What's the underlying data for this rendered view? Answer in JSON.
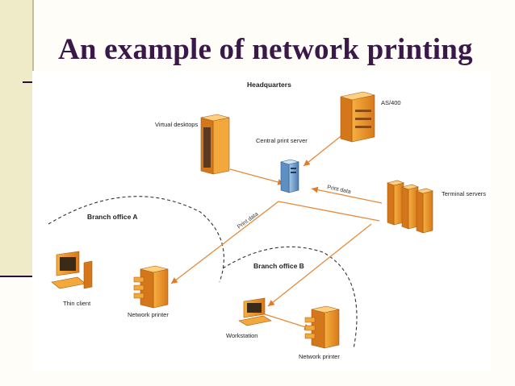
{
  "title": "An example of network printing",
  "diagram": {
    "headquarters": "Headquarters",
    "virtual_desktops": "Virtual desktops",
    "central_print_server": "Central print server",
    "as400": "AS/400",
    "terminal_servers": "Terminal servers",
    "print_data_top": "Print data",
    "print_data_left": "Print data",
    "branch_a": "Branch office A",
    "branch_b": "Branch office B",
    "thin_client": "Thin client",
    "network_printer_a": "Network printer",
    "workstation": "Workstation",
    "network_printer_b": "Network printer"
  },
  "colors": {
    "title": "#3a1849",
    "sidebar": "#efebc8",
    "accent_line": "#2b0f39",
    "arrow": "#e58a3a",
    "device": "#f0a030"
  }
}
